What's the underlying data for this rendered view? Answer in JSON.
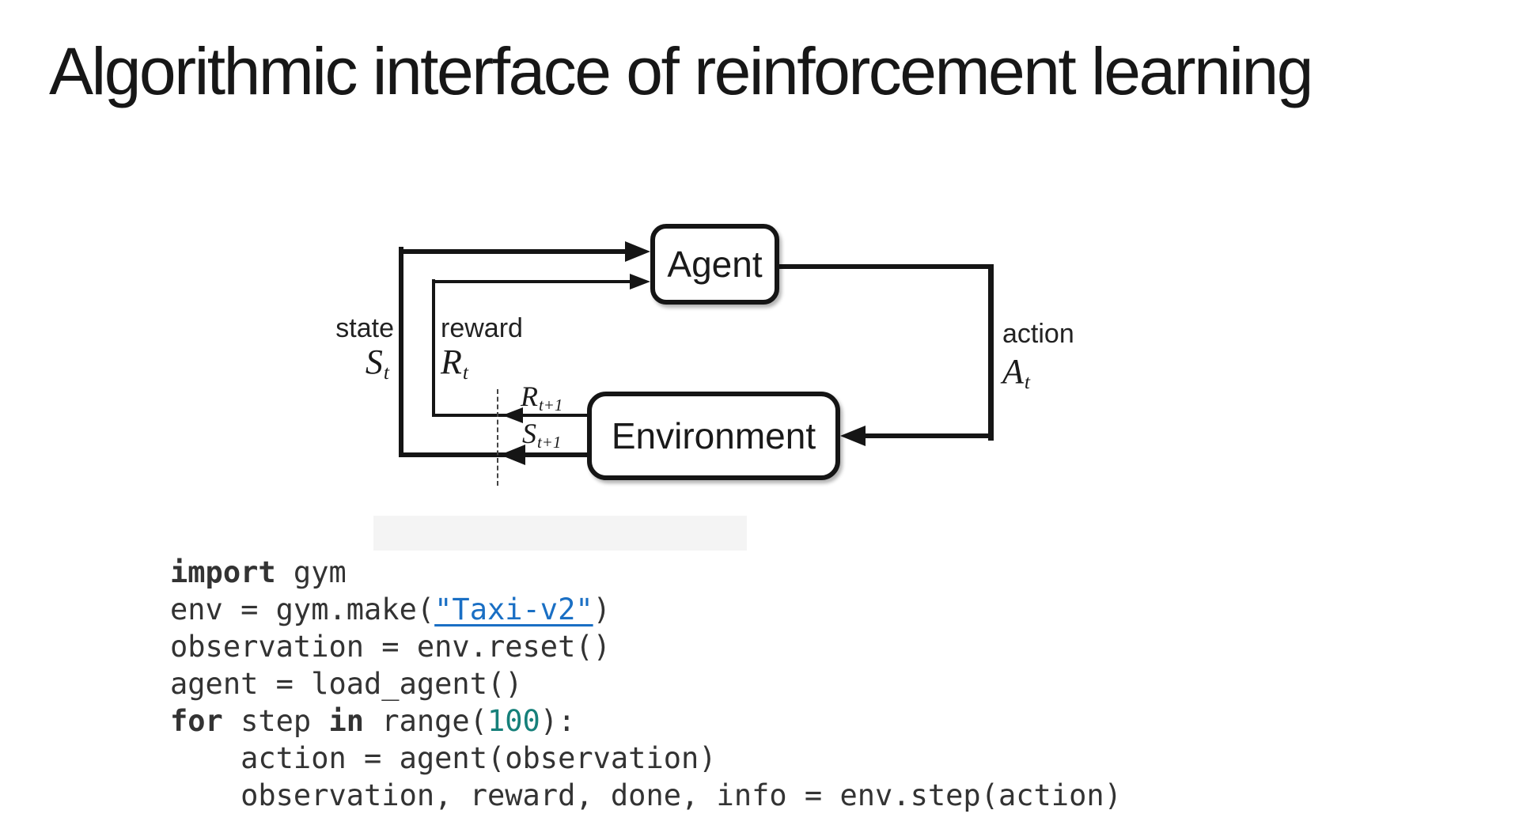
{
  "title": "Algorithmic interface of reinforcement learning",
  "diagram": {
    "agent_box": "Agent",
    "environment_box": "Environment",
    "state": {
      "label": "state",
      "symbol": "S",
      "sub": "t"
    },
    "reward": {
      "label": "reward",
      "symbol": "R",
      "sub": "t"
    },
    "action": {
      "label": "action",
      "symbol": "A",
      "sub": "t"
    },
    "next_reward": {
      "symbol": "R",
      "sub": "t+1"
    },
    "next_state": {
      "symbol": "S",
      "sub": "t+1"
    }
  },
  "code": {
    "lines": [
      [
        {
          "k": "keyword",
          "t": "import"
        },
        {
          "k": "plain",
          "t": " gym"
        }
      ],
      [
        {
          "k": "plain",
          "t": "env = gym.make("
        },
        {
          "k": "link",
          "t": "\"Taxi-v2\""
        },
        {
          "k": "plain",
          "t": ")"
        }
      ],
      [
        {
          "k": "plain",
          "t": "observation = env.reset()"
        }
      ],
      [
        {
          "k": "plain",
          "t": "agent = load_agent()"
        }
      ],
      [
        {
          "k": "keyword",
          "t": "for"
        },
        {
          "k": "plain",
          "t": " step "
        },
        {
          "k": "keyword",
          "t": "in"
        },
        {
          "k": "plain",
          "t": " range("
        },
        {
          "k": "number",
          "t": "100"
        },
        {
          "k": "plain",
          "t": "):"
        }
      ],
      [
        {
          "k": "plain",
          "t": "    action = agent(observation)"
        }
      ],
      [
        {
          "k": "plain",
          "t": "    observation, reward, done, info = env.step(action)"
        }
      ]
    ]
  },
  "colors": {
    "diagram_ink": "#151515",
    "code_text": "#333333",
    "link_blue": "#1a6fc4",
    "number_teal": "#16807a",
    "background": "#ffffff"
  }
}
